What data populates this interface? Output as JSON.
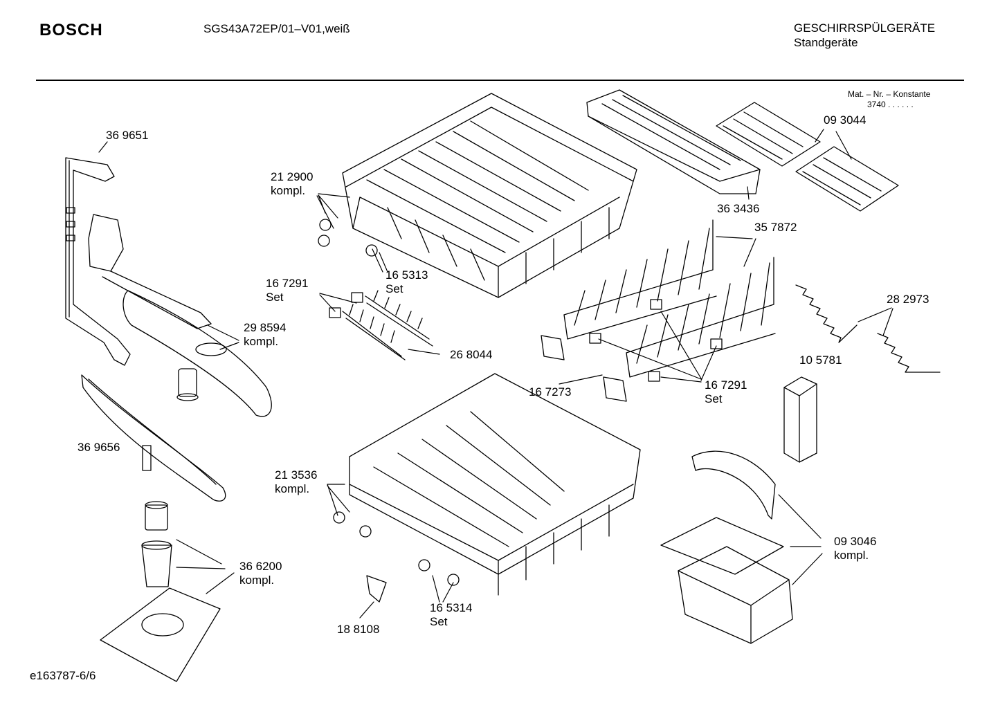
{
  "header": {
    "brand": "BOSCH",
    "model": "SGS43A72EP/01–V01,weiß",
    "category": "GESCHIRRSPÜLGERÄTE",
    "subcategory": "Standgeräte"
  },
  "mat_constant": {
    "title": "Mat. – Nr. – Konstante",
    "value": "3740  .  .  .  .  .  ."
  },
  "footer": {
    "doc_id": "e163787-6/6"
  },
  "parts": [
    {
      "id": "p369651",
      "number": "36 9651",
      "note": ""
    },
    {
      "id": "p212900",
      "number": "21 2900",
      "note": "kompl."
    },
    {
      "id": "p165313",
      "number": "16 5313",
      "note": "Set"
    },
    {
      "id": "p167291a",
      "number": "16 7291",
      "note": "Set"
    },
    {
      "id": "p298594",
      "number": "29 8594",
      "note": "kompl."
    },
    {
      "id": "p268044",
      "number": "26 8044",
      "note": ""
    },
    {
      "id": "p369656",
      "number": "36 9656",
      "note": ""
    },
    {
      "id": "p213536",
      "number": "21 3536",
      "note": "kompl."
    },
    {
      "id": "p366200",
      "number": "36 6200",
      "note": "kompl."
    },
    {
      "id": "p188108",
      "number": "18 8108",
      "note": ""
    },
    {
      "id": "p165314",
      "number": "16 5314",
      "note": "Set"
    },
    {
      "id": "p167273",
      "number": "16 7273",
      "note": ""
    },
    {
      "id": "p167291b",
      "number": "16 7291",
      "note": "Set"
    },
    {
      "id": "p363436",
      "number": "36 3436",
      "note": ""
    },
    {
      "id": "p357872",
      "number": "35 7872",
      "note": ""
    },
    {
      "id": "p093044",
      "number": "09 3044",
      "note": ""
    },
    {
      "id": "p282973",
      "number": "28 2973",
      "note": ""
    },
    {
      "id": "p105781",
      "number": "10 5781",
      "note": ""
    },
    {
      "id": "p093046",
      "number": "09 3046",
      "note": "kompl."
    }
  ]
}
